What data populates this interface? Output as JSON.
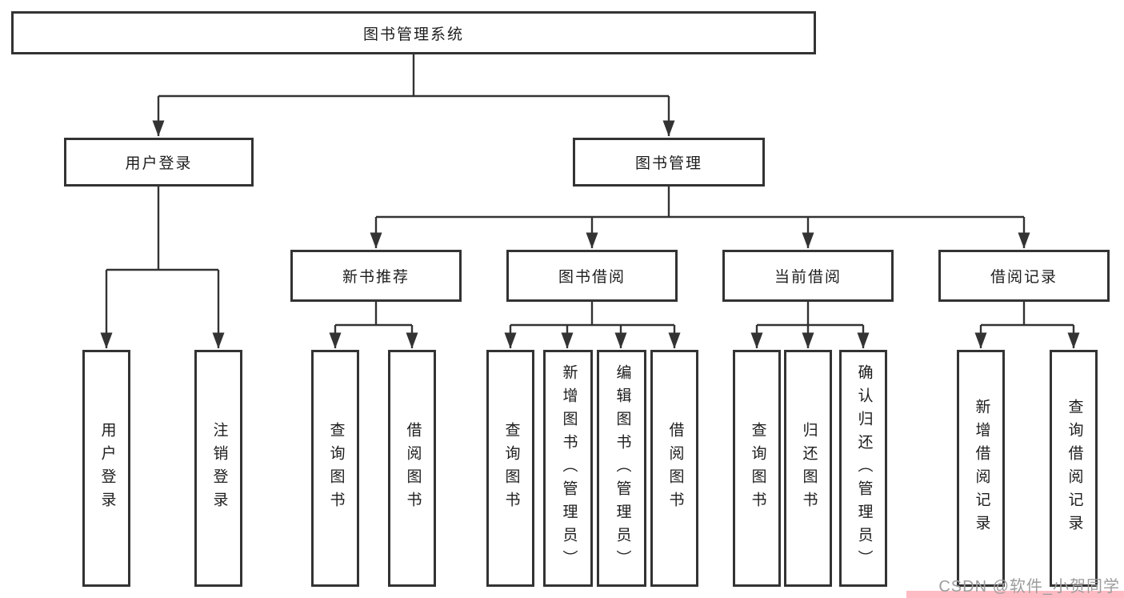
{
  "tree": {
    "label": "图书管理系统",
    "children": [
      {
        "label": "用户登录",
        "children": [
          {
            "label": "用户登录"
          },
          {
            "label": "注销登录"
          }
        ]
      },
      {
        "label": "图书管理",
        "children": [
          {
            "label": "新书推荐",
            "children": [
              {
                "label": "查询图书"
              },
              {
                "label": "借阅图书"
              }
            ]
          },
          {
            "label": "图书借阅",
            "children": [
              {
                "label": "查询图书"
              },
              {
                "label": "新增图书（管理员）"
              },
              {
                "label": "编辑图书（管理员）"
              },
              {
                "label": "借阅图书"
              }
            ]
          },
          {
            "label": "当前借阅",
            "children": [
              {
                "label": "查询图书"
              },
              {
                "label": "归还图书"
              },
              {
                "label": "确认归还（管理员）"
              }
            ]
          },
          {
            "label": "借阅记录",
            "children": [
              {
                "label": "新增借阅记录"
              },
              {
                "label": "查询借阅记录"
              }
            ]
          }
        ]
      }
    ]
  },
  "watermark": {
    "text": "CSDN @软件_小贺同学"
  },
  "colors": {
    "line": "#333333",
    "box_border": "#333333",
    "box_fill": "#ffffff",
    "text": "#1d1d1d",
    "watermark_text": "#9d9d9d",
    "watermark_accent": "#ffaab4"
  }
}
